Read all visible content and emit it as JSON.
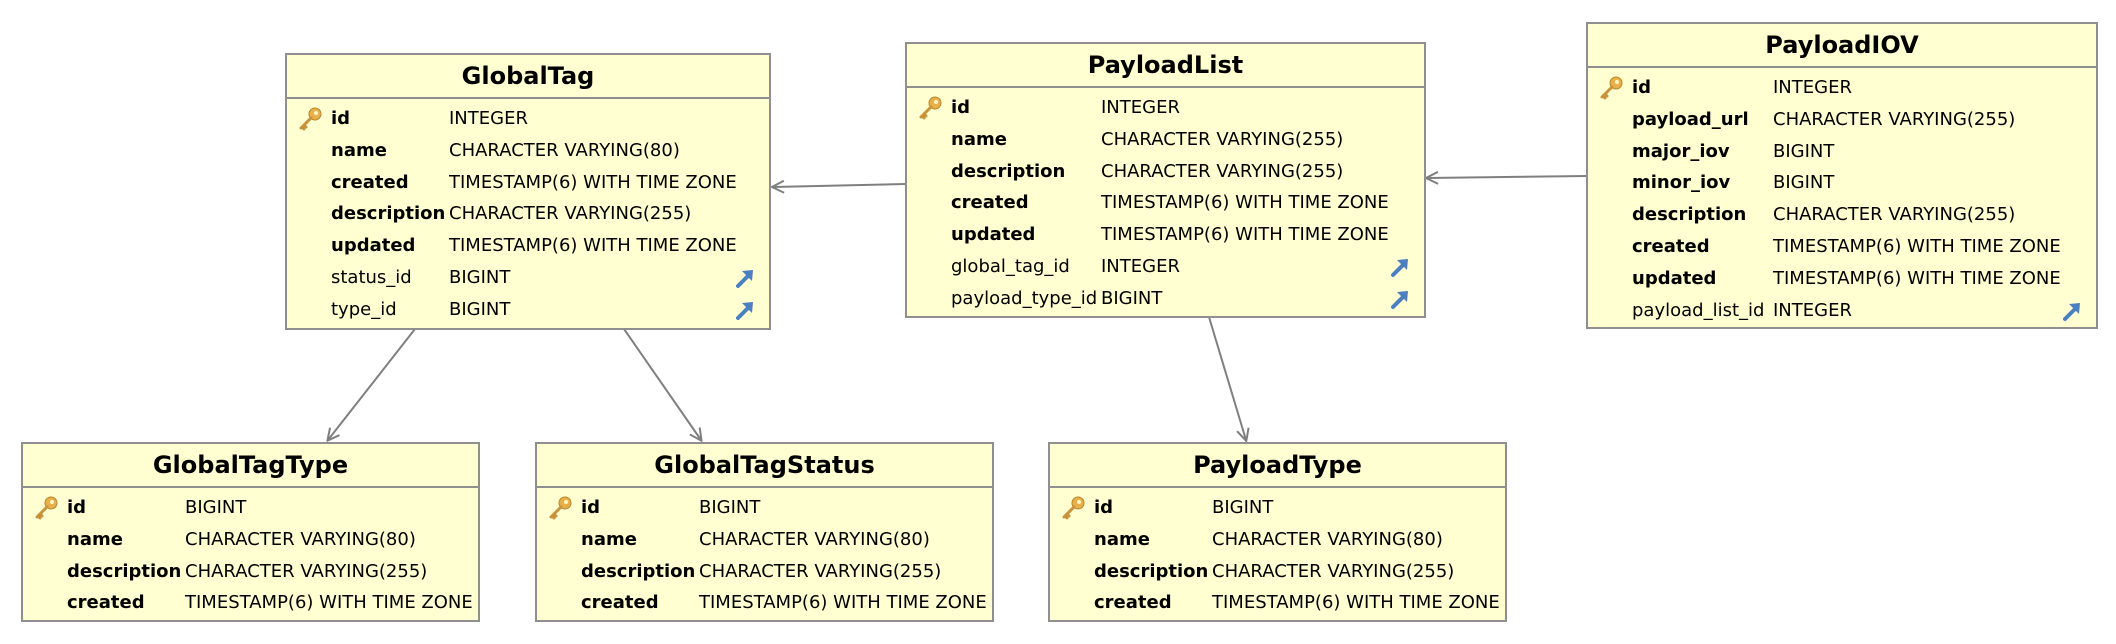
{
  "colors": {
    "entity_fill": "#ffffd2",
    "border": "#8f8f8f",
    "connector": "#7f7f7f",
    "key_icon": "#e8b04a",
    "fk_icon": "#4a7fc1"
  },
  "entities": {
    "globaltag": {
      "title": "GlobalTag",
      "columns": [
        {
          "name": "id",
          "type": "INTEGER",
          "primary_key": true
        },
        {
          "name": "name",
          "type": "CHARACTER VARYING(80)"
        },
        {
          "name": "created",
          "type": "TIMESTAMP(6) WITH TIME ZONE"
        },
        {
          "name": "description",
          "type": "CHARACTER VARYING(255)"
        },
        {
          "name": "updated",
          "type": "TIMESTAMP(6) WITH TIME ZONE"
        },
        {
          "name": "status_id",
          "type": "BIGINT",
          "foreign_key": true
        },
        {
          "name": "type_id",
          "type": "BIGINT",
          "foreign_key": true
        }
      ]
    },
    "payloadlist": {
      "title": "PayloadList",
      "columns": [
        {
          "name": "id",
          "type": "INTEGER",
          "primary_key": true
        },
        {
          "name": "name",
          "type": "CHARACTER VARYING(255)"
        },
        {
          "name": "description",
          "type": "CHARACTER VARYING(255)"
        },
        {
          "name": "created",
          "type": "TIMESTAMP(6) WITH TIME ZONE"
        },
        {
          "name": "updated",
          "type": "TIMESTAMP(6) WITH TIME ZONE"
        },
        {
          "name": "global_tag_id",
          "type": "INTEGER",
          "foreign_key": true
        },
        {
          "name": "payload_type_id",
          "type": "BIGINT",
          "foreign_key": true
        }
      ]
    },
    "payloadiov": {
      "title": "PayloadIOV",
      "columns": [
        {
          "name": "id",
          "type": "INTEGER",
          "primary_key": true
        },
        {
          "name": "payload_url",
          "type": "CHARACTER VARYING(255)"
        },
        {
          "name": "major_iov",
          "type": "BIGINT"
        },
        {
          "name": "minor_iov",
          "type": "BIGINT"
        },
        {
          "name": "description",
          "type": "CHARACTER VARYING(255)"
        },
        {
          "name": "created",
          "type": "TIMESTAMP(6) WITH TIME ZONE"
        },
        {
          "name": "updated",
          "type": "TIMESTAMP(6) WITH TIME ZONE"
        },
        {
          "name": "payload_list_id",
          "type": "INTEGER",
          "foreign_key": true
        }
      ]
    },
    "globaltagtype": {
      "title": "GlobalTagType",
      "columns": [
        {
          "name": "id",
          "type": "BIGINT",
          "primary_key": true
        },
        {
          "name": "name",
          "type": "CHARACTER VARYING(80)"
        },
        {
          "name": "description",
          "type": "CHARACTER VARYING(255)"
        },
        {
          "name": "created",
          "type": "TIMESTAMP(6) WITH TIME ZONE"
        }
      ]
    },
    "globaltagstatus": {
      "title": "GlobalTagStatus",
      "columns": [
        {
          "name": "id",
          "type": "BIGINT",
          "primary_key": true
        },
        {
          "name": "name",
          "type": "CHARACTER VARYING(80)"
        },
        {
          "name": "description",
          "type": "CHARACTER VARYING(255)"
        },
        {
          "name": "created",
          "type": "TIMESTAMP(6) WITH TIME ZONE"
        }
      ]
    },
    "payloadtype": {
      "title": "PayloadType",
      "columns": [
        {
          "name": "id",
          "type": "BIGINT",
          "primary_key": true
        },
        {
          "name": "name",
          "type": "CHARACTER VARYING(80)"
        },
        {
          "name": "description",
          "type": "CHARACTER VARYING(255)"
        },
        {
          "name": "created",
          "type": "TIMESTAMP(6) WITH TIME ZONE"
        }
      ]
    }
  }
}
